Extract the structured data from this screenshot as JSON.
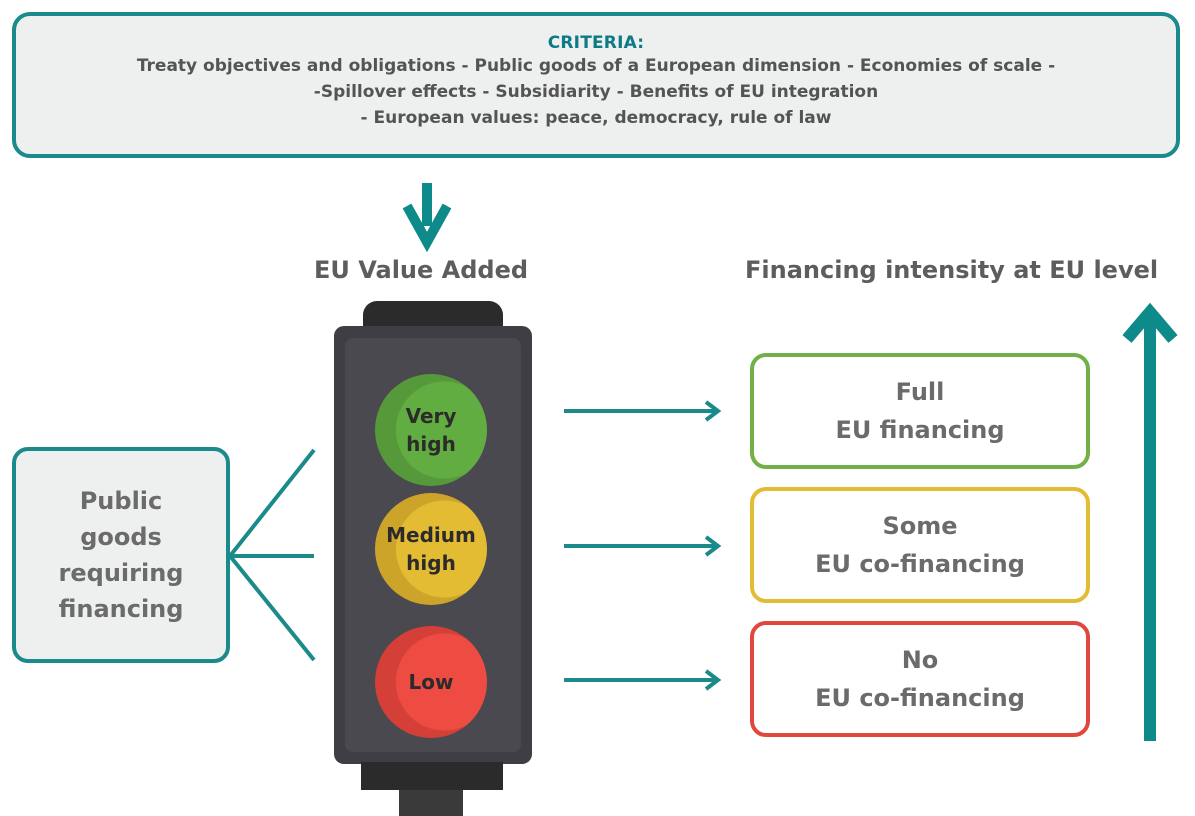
{
  "criteria": {
    "title": "CRITERIA:",
    "lines": [
      "Treaty objectives and obligations - Public goods of a European dimension - Economies of scale -",
      "-Spillover effects - Subsidiarity - Benefits of EU integration",
      "- European values: peace, democracy, rule of law"
    ]
  },
  "eu_value_added": {
    "label": "EU Value Added"
  },
  "financing_intensity": {
    "label": "Financing intensity at EU level"
  },
  "public_goods": {
    "lines": [
      "Public",
      "goods",
      "requiring",
      "financing"
    ]
  },
  "lights": [
    {
      "lines": [
        "Very",
        "high"
      ],
      "color": "#62ad42"
    },
    {
      "lines": [
        "Medium",
        "high"
      ],
      "color": "#e3bc33"
    },
    {
      "lines": [
        "Low"
      ],
      "color": "#ee4b42"
    }
  ],
  "outcomes": [
    {
      "line1": "Full",
      "line2": "EU financing",
      "color": "#71b048"
    },
    {
      "line1": "Some",
      "line2": "EU co-financing",
      "color": "#e3bc33"
    },
    {
      "line1": "No",
      "line2": "EU co-financing",
      "color": "#e0483f"
    }
  ],
  "colors": {
    "accent": "#1a8a8a",
    "traffic_light": "#3f3e44",
    "box_fill": "#eef0f0"
  }
}
